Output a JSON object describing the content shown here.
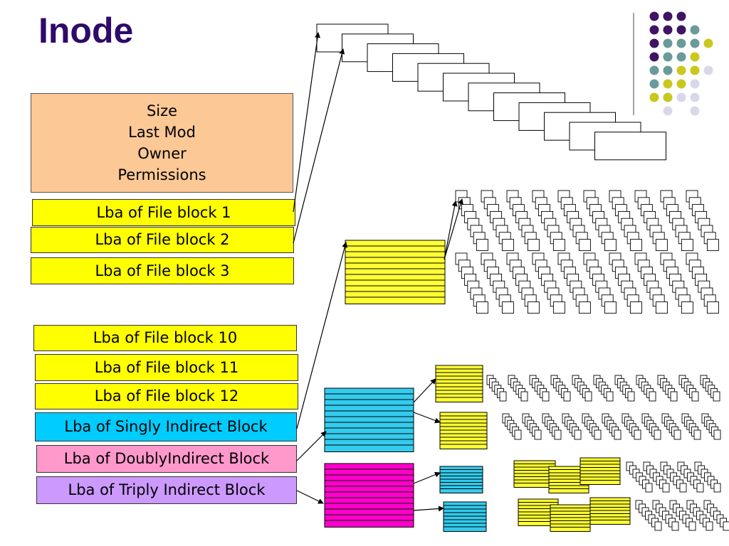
{
  "title": "Inode",
  "meta_fields": [
    "Size",
    "Last Mod",
    "Owner",
    "Permissions"
  ],
  "block_pointers": [
    {
      "label": "Lba of File block 1",
      "color": "#ffff00"
    },
    {
      "label": "Lba of File block 2",
      "color": "#ffff00"
    },
    {
      "label": "Lba of File block 3",
      "color": "#ffff00"
    },
    {
      "label": "Lba of File block 10",
      "color": "#ffff00"
    },
    {
      "label": "Lba of File block 11",
      "color": "#ffff00"
    },
    {
      "label": "Lba of File block 12",
      "color": "#ffff00"
    },
    {
      "label": "Lba of Singly Indirect Block",
      "color": "#00ccff"
    },
    {
      "label": "Lba of DoublyIndirect Block",
      "color": "#ff99cc"
    },
    {
      "label": "Lba of Triply Indirect Block",
      "color": "#cc99ff"
    }
  ],
  "colors": {
    "title": "#2e0a6b",
    "meta_box": "#fcc896",
    "indirect_yellow": "#ffff33",
    "indirect_cyan": "#33ccee",
    "indirect_magenta": "#ff00cc",
    "dot_purple": "#3f1464",
    "dot_teal": "#6b9a9a",
    "dot_olive": "#c8c81e",
    "dot_lavender": "#d8d8ea"
  }
}
